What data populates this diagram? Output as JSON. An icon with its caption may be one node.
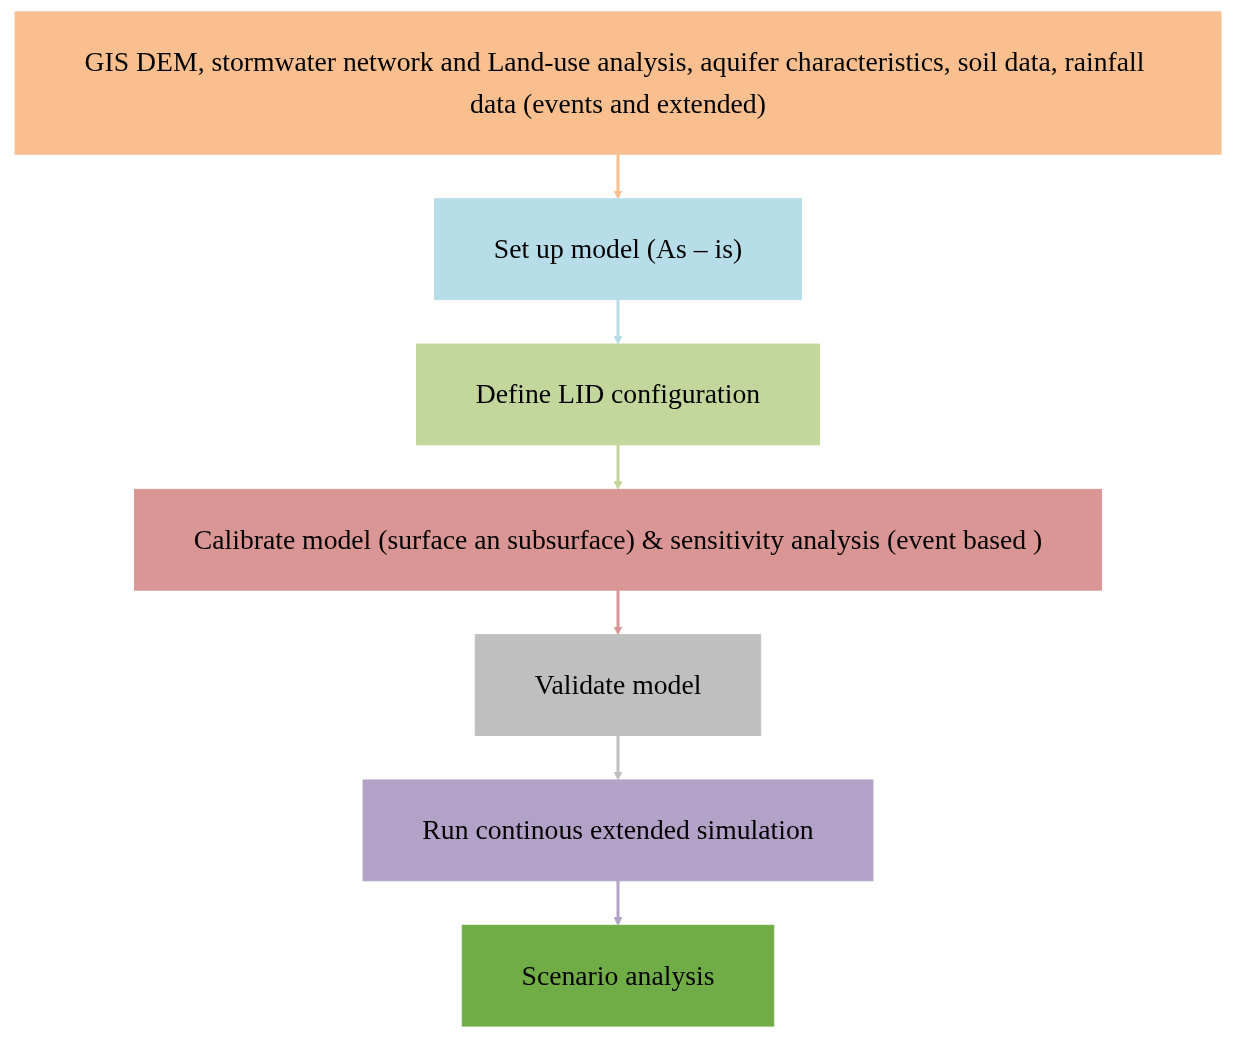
{
  "diagram": {
    "nodes": [
      {
        "text": [
          "GIS DEM, stormwater network and Land-use analysis, aquifer characteristics, soil data, rainfall data (events and extended)"
        ]
      },
      {
        "text": [
          "Set up model (As – is)"
        ]
      },
      {
        "text": [
          "Define LID configuration"
        ]
      },
      {
        "text": [
          "Calibrate model (surface an subsurface) & sensitivity analysis (event based )"
        ]
      },
      {
        "text": [
          "Validate model"
        ]
      },
      {
        "text": [
          "Run continous extended simulation"
        ]
      },
      {
        "text": [
          "Scenario analysis"
        ]
      }
    ],
    "edges": [
      {
        "from": 0,
        "to": 1,
        "arrow": "to",
        "color": "#f9bf8f"
      },
      {
        "from": 1,
        "to": 2,
        "arrow": "to",
        "color": "#b7dde8"
      },
      {
        "from": 2,
        "to": 3,
        "arrow": "to",
        "color": "#c3d69b"
      },
      {
        "from": 3,
        "to": 4,
        "arrow": "to",
        "color": "#d99694"
      },
      {
        "from": 4,
        "to": 5,
        "arrow": "to",
        "color": "#bfbfbf"
      },
      {
        "from": 5,
        "to": 6,
        "arrow": "to",
        "color": "#b2a2c7"
      }
    ]
  }
}
